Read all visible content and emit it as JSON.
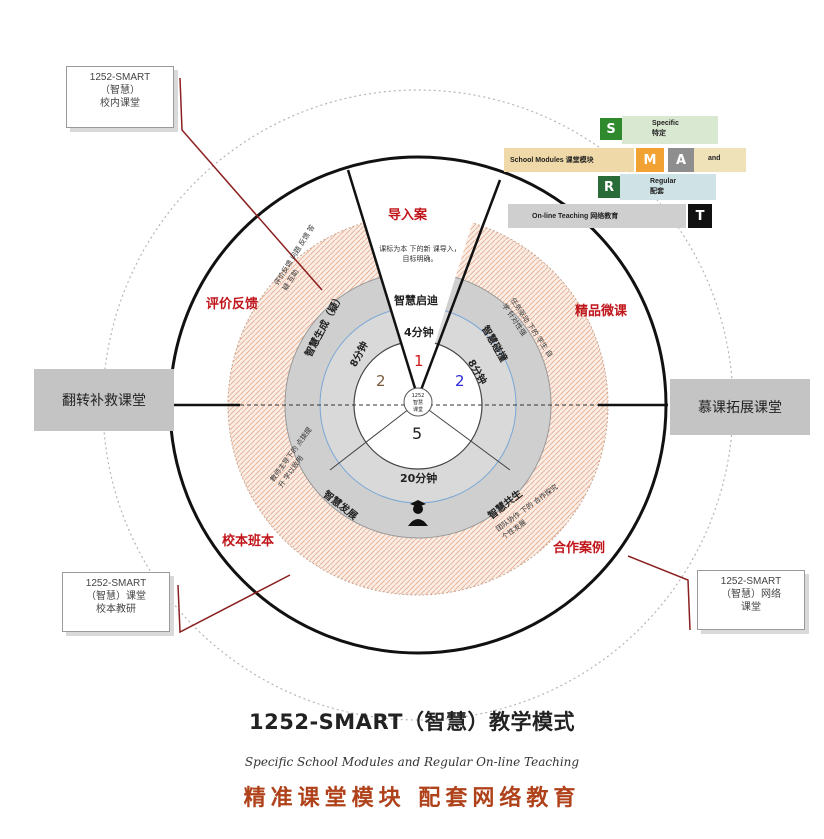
{
  "diagram": {
    "outer_sectors": {
      "top": "导入案",
      "upper_left": "评价反馈",
      "upper_right": "精品微课",
      "lower_left": "校本班本",
      "lower_right": "合作案例"
    },
    "inner_ring_labels": {
      "top": "智慧启迪",
      "left": "智慧生成（疑）",
      "right": "智慧碰撞",
      "bottom_left": "智慧发展",
      "bottom_right": "智慧共生"
    },
    "times": {
      "top": "4分钟",
      "left": "8分钟",
      "right": "8分钟",
      "bottom": "20分钟"
    },
    "numbers": {
      "n1": "1",
      "n2": "2",
      "n3": "2",
      "n5": "5"
    },
    "center_label": "1252 智慧 课堂",
    "small_texts": {
      "top": "课标为本 下的新 课导入，目标明确。",
      "upper_left": "评价反馈 问题 反馈 答疑 互助",
      "upper_right": "任务驱动 下的 学生 自学 针对性强",
      "lower_left": "教师主导下的 点拨提升 学以致用",
      "lower_right": "团队协作 下的 合作探究 个性发展"
    },
    "side_left": "翻转补救课堂",
    "side_right": "慕课拓展课堂",
    "callouts": {
      "top_left": [
        "1252-SMART",
        "（智慧）",
        "校内课堂"
      ],
      "bottom_left": [
        "1252-SMART",
        "（智慧）课堂",
        "校本教研"
      ],
      "bottom_right": [
        "1252-SMART",
        "（智慧）网络",
        "课堂"
      ]
    },
    "smart_legend": {
      "s_letter": "S",
      "s_text_en": "Specific",
      "s_text_cn": "特定",
      "modules_text": "School Modules 课堂模块",
      "m_letter": "M",
      "a_letter": "A",
      "and_text": "and",
      "r_letter": "R",
      "r_text_en": "Regular",
      "r_text_cn": "配套",
      "online_text": "On-line Teaching 网络教育",
      "t_letter": "T"
    }
  },
  "titles": {
    "main": "1252-SMART（智慧）教学模式",
    "subtitle": "Specific School Modules and Regular On-line Teaching",
    "chinese": "精准课堂模块 配套网络教育"
  },
  "colors": {
    "accent_red": "#c0151a",
    "ring_grey": "#cfcfcf",
    "hatch": "#e7b49a",
    "title_brown": "#b0421b",
    "s_green": "#2f8a2e",
    "m_orange": "#f2a233",
    "a_grey": "#8e8e8e",
    "r_green": "#2a6b3a",
    "t_black": "#111111",
    "number_blue": "#2b2bd6",
    "number_red": "#d01a1a"
  }
}
